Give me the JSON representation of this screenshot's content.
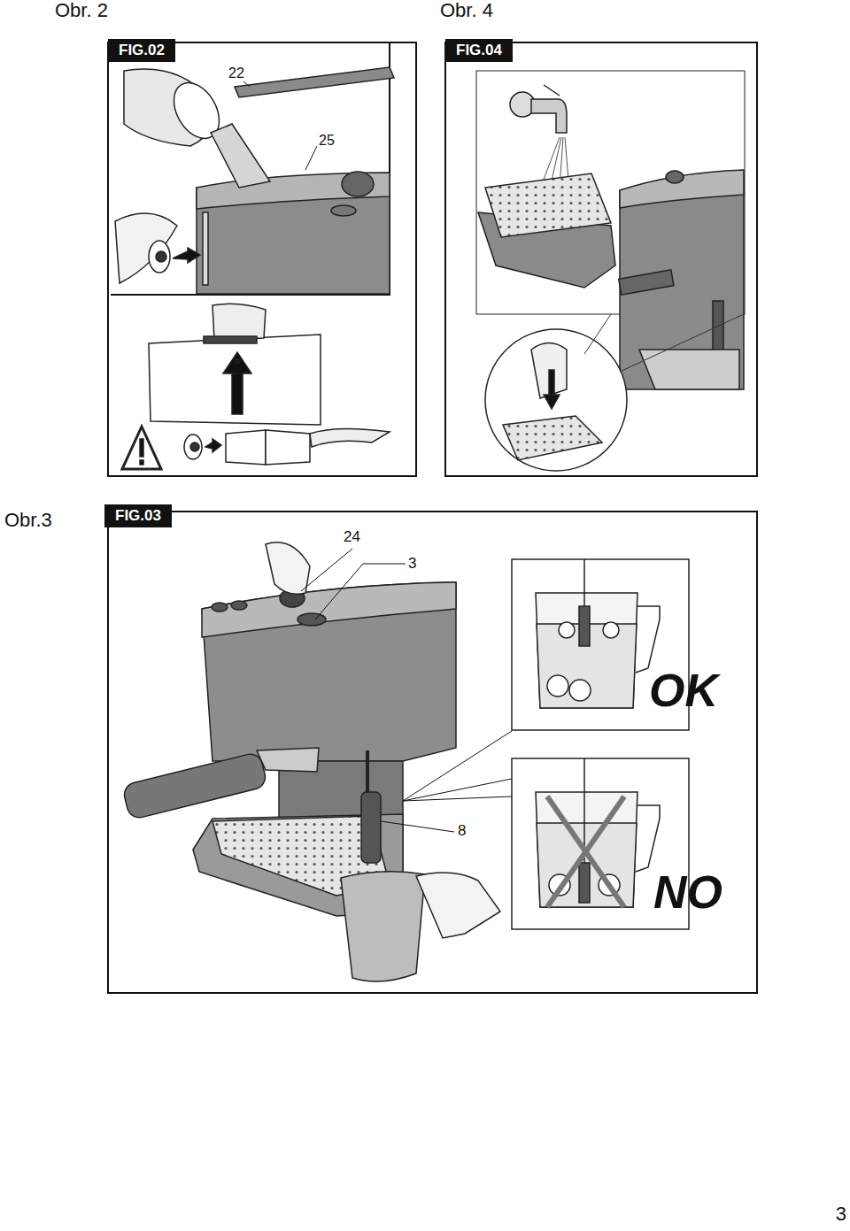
{
  "diagram": {
    "nodes": [
      {
        "text": [
          "FIG.02"
        ]
      },
      {
        "text": [
          "FIG.04"
        ]
      },
      {
        "text": [
          "FIG.03"
        ]
      }
    ],
    "labels": [
      "Obr. 2",
      "Obr. 4",
      "22",
      "25",
      "Obr.3",
      "24",
      "3",
      "OK",
      "NO",
      "8",
      "3"
    ]
  }
}
